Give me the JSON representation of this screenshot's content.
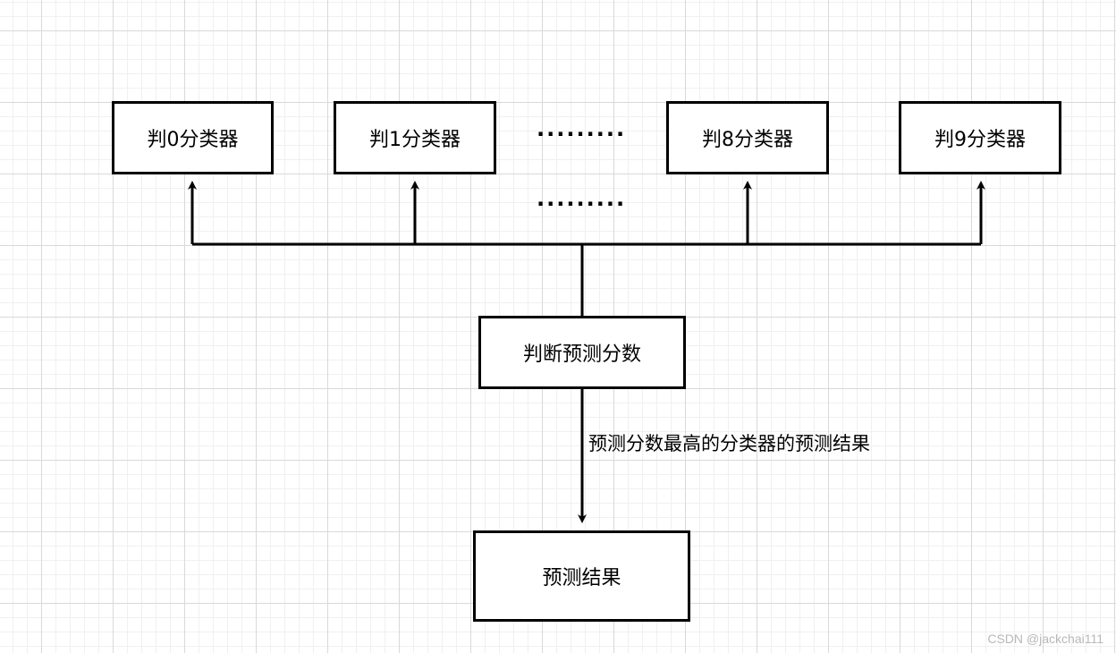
{
  "nodes": {
    "classifier_0": "判0分类器",
    "classifier_1": "判1分类器",
    "classifier_8": "判8分类器",
    "classifier_9": "判9分类器",
    "judge_scores": "判断预测分数",
    "result": "预测结果"
  },
  "ellipsis": "·········",
  "edge_label": "预测分数最高的分类器的预测结果",
  "watermark": "CSDN @jackchai111",
  "colors": {
    "stroke": "#000000",
    "grid": "#d9d9d9",
    "background": "#ffffff"
  }
}
